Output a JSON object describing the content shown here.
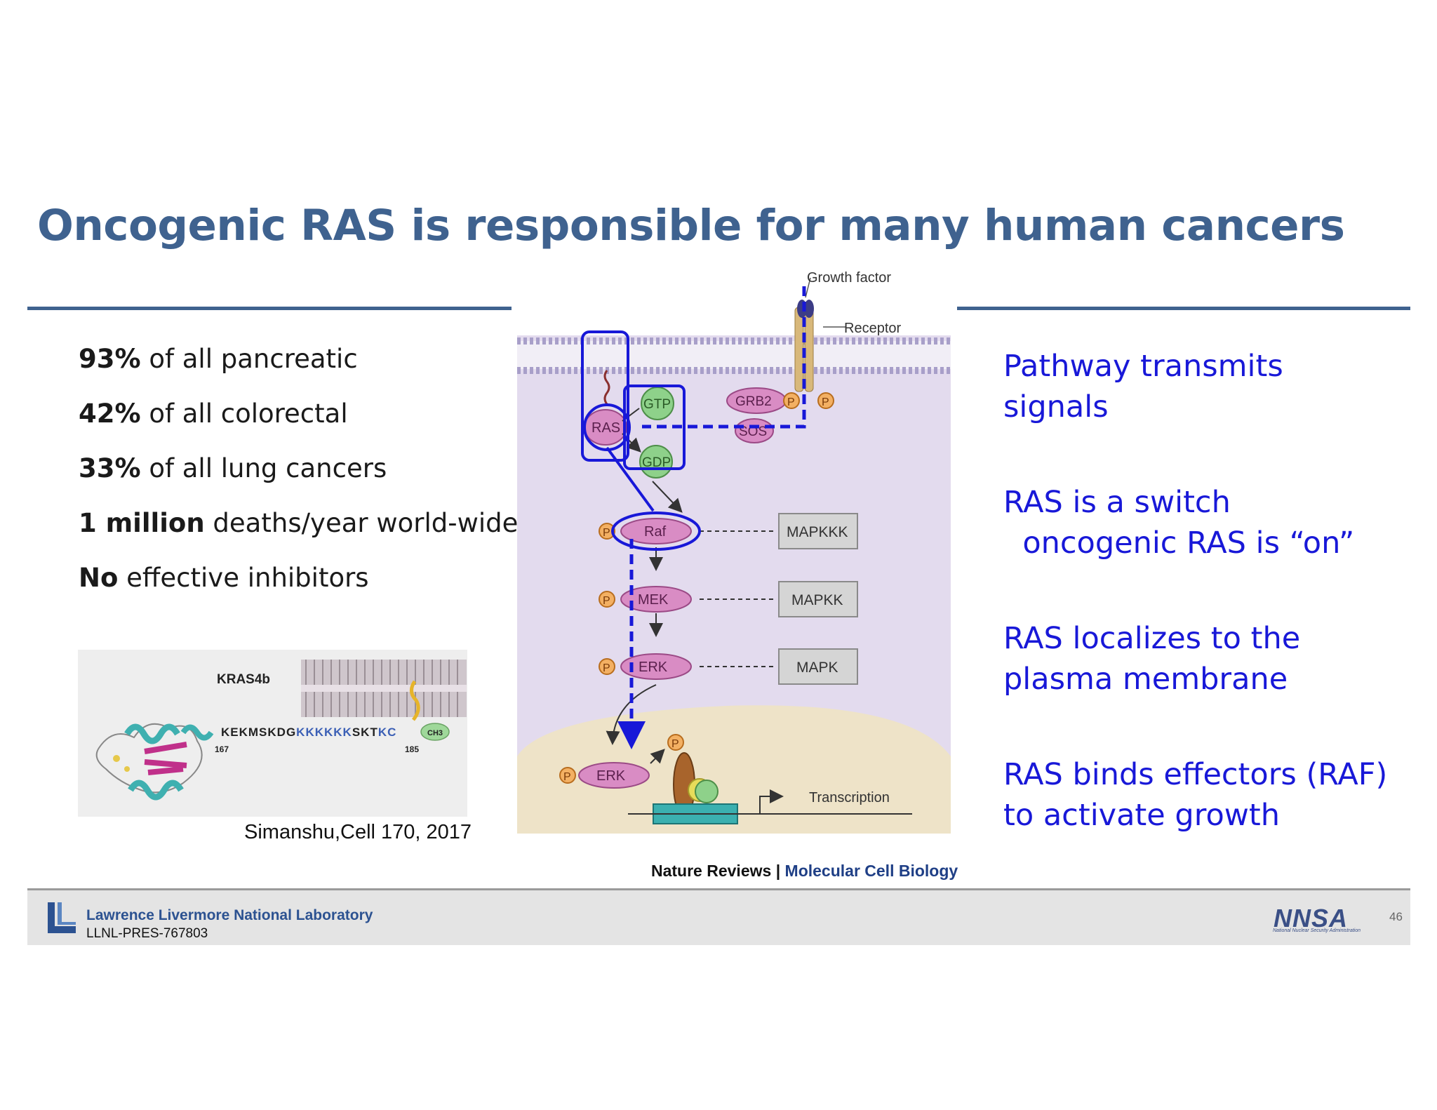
{
  "slide": {
    "title": "Oncogenic RAS is responsible for many human cancers",
    "page_number": "46"
  },
  "stats": [
    {
      "bold": "93%",
      "rest": " of all pancreatic"
    },
    {
      "bold": "42%",
      "rest": " of all colorectal"
    },
    {
      "bold": "33%",
      "rest": " of all lung cancers"
    },
    {
      "bold": "1 million",
      "rest": " deaths/year world-wide"
    },
    {
      "bold": "No",
      "rest": " effective inhibitors"
    }
  ],
  "kras_figure": {
    "label": "KRAS4b",
    "sequence_black": "KEKMSKDG",
    "sequence_blue": "KKKKKK",
    "sequence_black2": "SKT",
    "sequence_blue2": "KC",
    "methyl": "CH3",
    "residue_start": "167",
    "residue_end": "185"
  },
  "citation": "Simanshu,Cell 170, 2017",
  "pathway": {
    "growth_factor": "Growth factor",
    "receptor": "Receptor",
    "ras": "RAS",
    "gtp": "GTP",
    "gdp": "GDP",
    "grb2": "GRB2",
    "sos": "SOS",
    "p": "P",
    "raf": "Raf",
    "mek": "MEK",
    "erk": "ERK",
    "mapkkk": "MAPKKK",
    "mapkk": "MAPKK",
    "mapk": "MAPK",
    "transcription": "Transcription"
  },
  "source": {
    "journal": "Nature Reviews",
    "separator": " | ",
    "section": "Molecular Cell Biology"
  },
  "points": [
    [
      "Pathway transmits",
      "signals"
    ],
    [
      "RAS is a switch",
      "  oncogenic RAS is “on”"
    ],
    [
      "RAS localizes to the",
      "plasma membrane"
    ],
    [
      "RAS binds effectors (RAF)",
      "to activate growth"
    ]
  ],
  "footer": {
    "lab_name": "Lawrence Livermore National Laboratory",
    "pres_id": "LLNL-PRES-767803",
    "nnsa": "NNSA",
    "nnsa_tagline": "National Nuclear Security Administration"
  },
  "colors": {
    "title": "#3f628f",
    "annotation": "#1818d8",
    "cytoplasm": "#e3dbee",
    "nucleus": "#eee3c8",
    "protein_pink": "#d98cc4",
    "gtp_green": "#8ed18a"
  }
}
